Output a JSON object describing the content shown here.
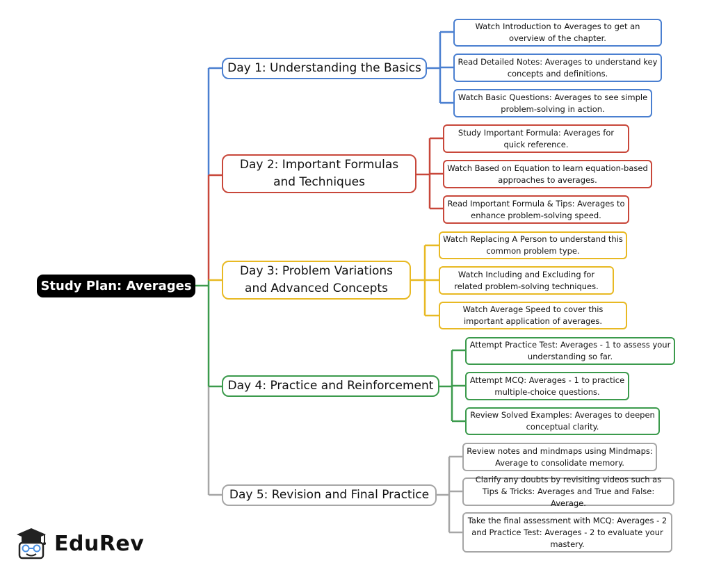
{
  "root": {
    "label": "Study Plan: Averages"
  },
  "days": [
    {
      "label": "Day 1: Understanding the Basics",
      "color": "#4a7fd0",
      "tasks": [
        "Watch Introduction to Averages to get an overview of the chapter.",
        "Read Detailed Notes: Averages to understand key concepts and definitions.",
        "Watch Basic Questions: Averages to see simple problem-solving in action."
      ]
    },
    {
      "label": "Day 2: Important Formulas and Techniques",
      "color": "#c8473a",
      "tasks": [
        "Study Important Formula: Averages for quick reference.",
        "Watch Based on Equation to learn equation-based approaches to averages.",
        "Read Important Formula & Tips: Averages to enhance problem-solving speed."
      ]
    },
    {
      "label": "Day 3: Problem Variations and Advanced Concepts",
      "color": "#e8b923",
      "tasks": [
        "Watch Replacing A Person to understand this common problem type.",
        "Watch Including and Excluding for related problem-solving techniques.",
        "Watch Average Speed to cover this important application of averages."
      ]
    },
    {
      "label": "Day 4: Practice and Reinforcement",
      "color": "#3b9a4c",
      "tasks": [
        "Attempt Practice Test: Averages - 1 to assess your understanding so far.",
        "Attempt MCQ: Averages - 1 to practice multiple-choice questions.",
        "Review Solved Examples: Averages to deepen conceptual clarity."
      ]
    },
    {
      "label": "Day 5: Revision and Final Practice",
      "color": "#a6a6a6",
      "tasks": [
        "Review notes and mindmaps using Mindmaps: Average to consolidate memory.",
        "Clarify any doubts by revisiting videos such as Tips & Tricks: Averages and True and False: Average.",
        "Take the final assessment with MCQ: Averages - 2 and Practice Test: Averages - 2 to evaluate your mastery."
      ]
    }
  ],
  "brand": {
    "name": "EduRev",
    "icon": "graduate-cap-icon"
  }
}
